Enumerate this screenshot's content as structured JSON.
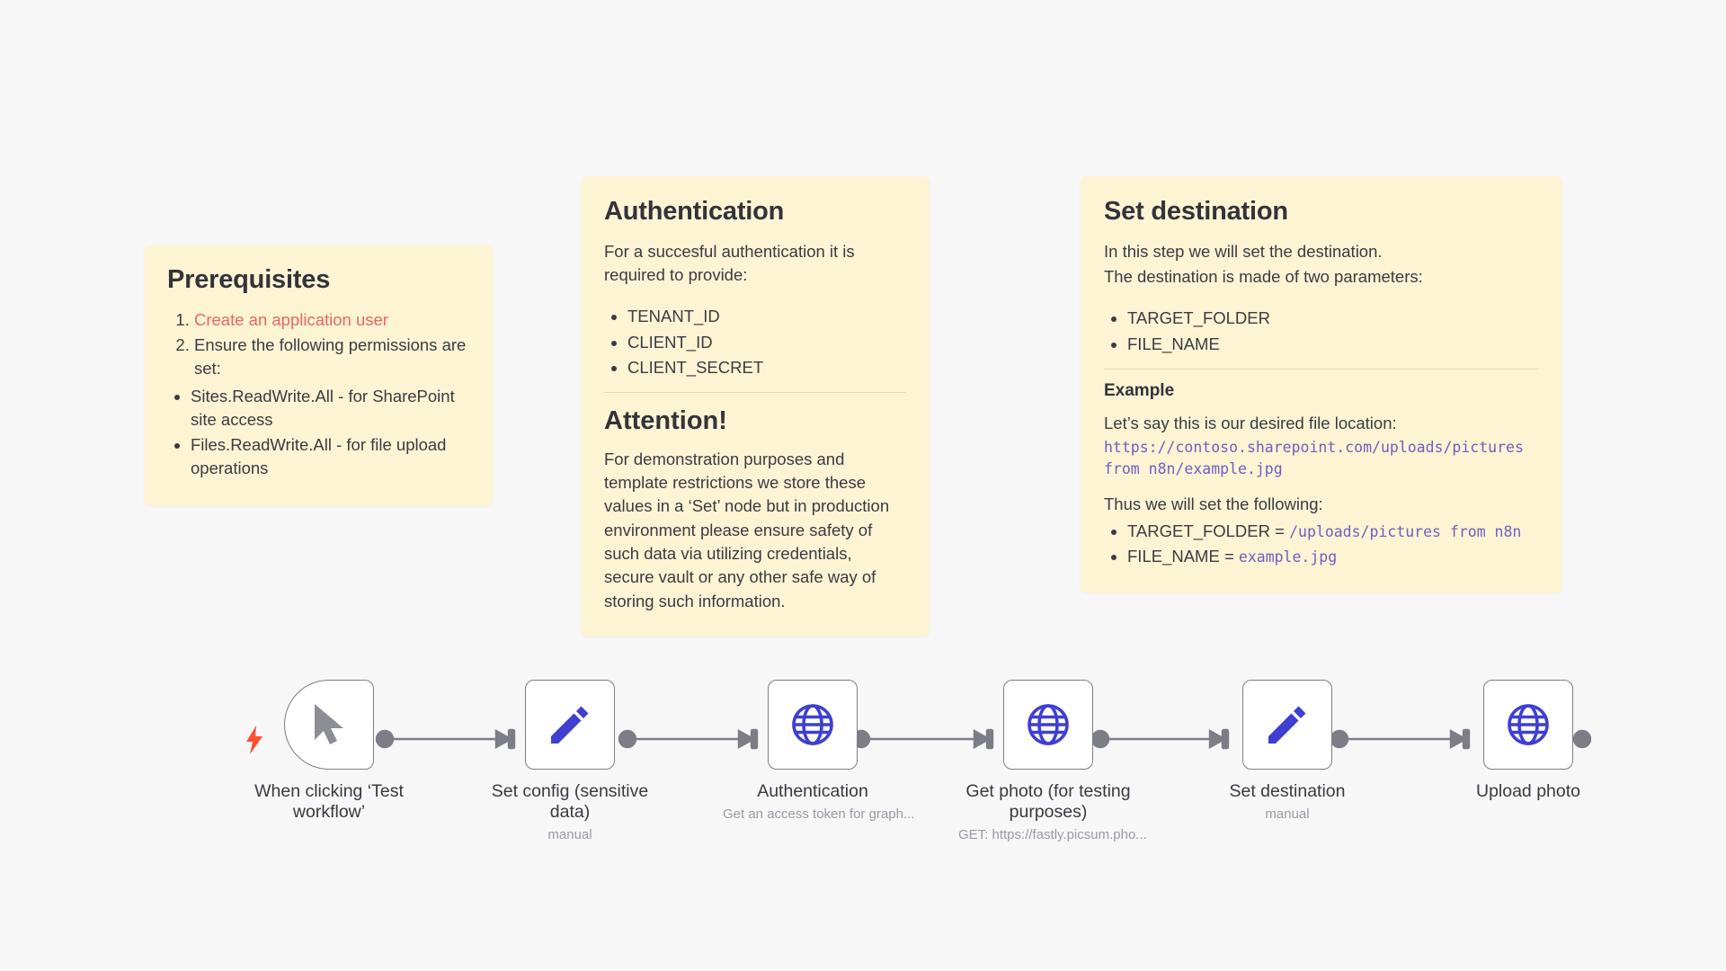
{
  "canvas": {
    "background_color": "#f7f7f8",
    "note_color": "#fdf4d4",
    "accent_red": "#e8685c",
    "accent_blue": "#3f3fd1",
    "mono_color": "#6e5ec4",
    "node_border_color": "#7d7d87"
  },
  "notes": {
    "prerequisites": {
      "title": "Prerequisites",
      "ordered_items": [
        "Create an application user",
        "Ensure the following permissions are set:"
      ],
      "bullet_items": [
        "Sites.ReadWrite.All - for SharePoint site access",
        "Files.ReadWrite.All - for file upload operations"
      ]
    },
    "authentication": {
      "title": "Authentication",
      "intro": "For a succesful authentication it is required to provide:",
      "bullet_items": [
        "TENANT_ID",
        "CLIENT_ID",
        "CLIENT_SECRET"
      ],
      "attention_title": "Attention!",
      "attention_body": "For demonstration purposes and template restrictions we store these values in a ‘Set’ node but in production environment please ensure safety of such data via utilizing credentials, secure vault or any other safe way of storing such information."
    },
    "set_destination": {
      "title": "Set destination",
      "intro_line_1": "In this step we will set the destination.",
      "intro_line_2": "The destination is made of two parameters:",
      "bullet_items": [
        "TARGET_FOLDER",
        "FILE_NAME"
      ],
      "example_title": "Example",
      "example_intro": "Let’s say this is our desired file location:",
      "example_url": "https://contoso.sharepoint.com/uploads/pictures from n8n/example.jpg",
      "thus_line": "Thus we will set the following:",
      "assignments": [
        {
          "key": "TARGET_FOLDER = ",
          "value": "/uploads/pictures from n8n"
        },
        {
          "key": "FILE_NAME = ",
          "value": "example.jpg"
        }
      ]
    }
  },
  "workflow": {
    "trigger_icon": "lightning-bolt-icon",
    "nodes": [
      {
        "id": "when-clicking-test-workflow",
        "title": "When clicking ‘Test workflow’",
        "subtitle": "",
        "icon": "cursor-pointer-icon",
        "shape": "trigger"
      },
      {
        "id": "set-config-sensitive-data",
        "title": "Set config (sensitive data)",
        "subtitle": "manual",
        "icon": "pencil-icon",
        "shape": "box"
      },
      {
        "id": "authentication",
        "title": "Authentication",
        "subtitle": "Get an access token for graph...",
        "icon": "globe-icon",
        "shape": "box"
      },
      {
        "id": "get-photo-for-testing-purposes",
        "title": "Get photo (for testing purposes)",
        "subtitle": "GET: https://fastly.picsum.pho...",
        "icon": "globe-icon",
        "shape": "box"
      },
      {
        "id": "set-destination",
        "title": "Set destination",
        "subtitle": "manual",
        "icon": "pencil-icon",
        "shape": "box"
      },
      {
        "id": "upload-photo",
        "title": "Upload photo",
        "subtitle": "",
        "icon": "globe-icon",
        "shape": "box"
      }
    ]
  }
}
